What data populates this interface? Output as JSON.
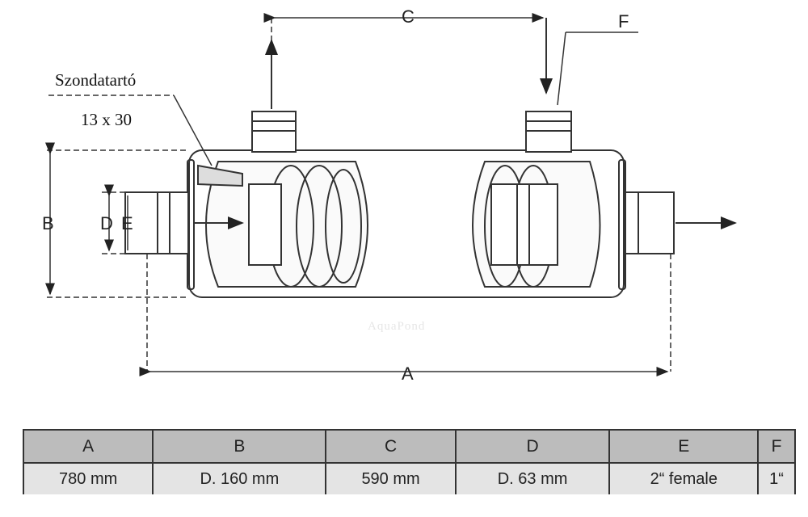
{
  "labels": {
    "a": "A",
    "b": "B",
    "c": "C",
    "d": "D",
    "e": "E",
    "f": "F"
  },
  "probe_holder": {
    "title": "Szondatartó",
    "size": "13 x 30"
  },
  "watermark": "AquaPond",
  "table": {
    "headers": [
      "A",
      "B",
      "C",
      "D",
      "E",
      "F"
    ],
    "values": [
      "780 mm",
      "D. 160 mm",
      "590 mm",
      "D. 63 mm",
      "2“ female",
      "1“"
    ]
  }
}
